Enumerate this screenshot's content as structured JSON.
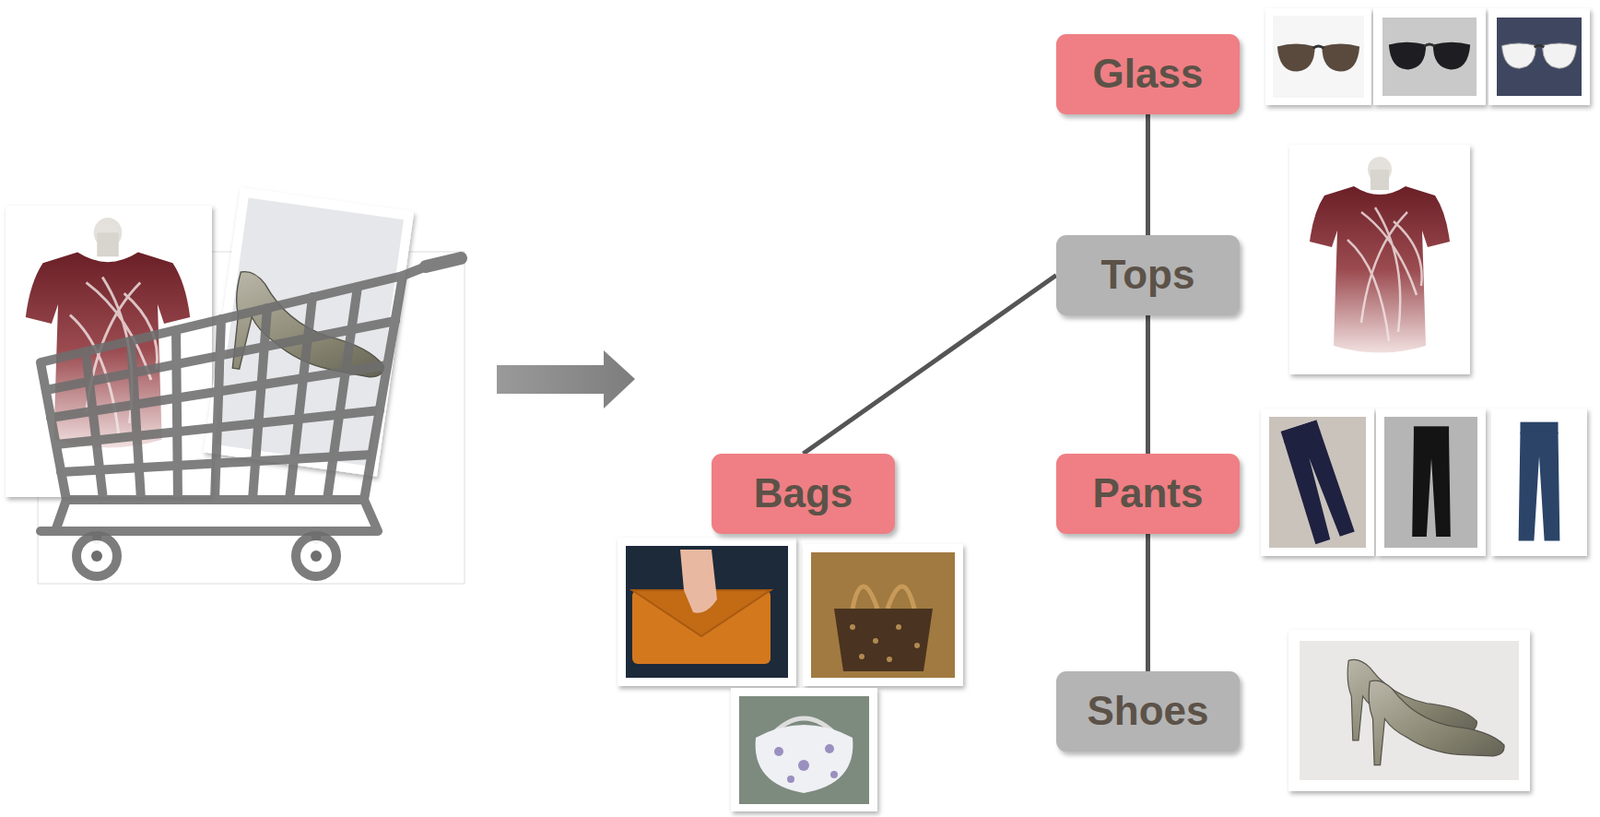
{
  "diagram": {
    "nodes": [
      {
        "text": [
          "Glass"
        ]
      },
      {
        "text": [
          "Tops"
        ]
      },
      {
        "text": [
          "Bags"
        ]
      },
      {
        "text": [
          "Pants"
        ]
      },
      {
        "text": [
          "Shoes"
        ]
      }
    ],
    "edges": [
      {
        "from": 0,
        "to": 1,
        "arrow": "none"
      },
      {
        "from": 1,
        "to": 2,
        "arrow": "none"
      },
      {
        "from": 1,
        "to": 3,
        "arrow": "none"
      },
      {
        "from": 3,
        "to": 4,
        "arrow": "none"
      }
    ]
  }
}
